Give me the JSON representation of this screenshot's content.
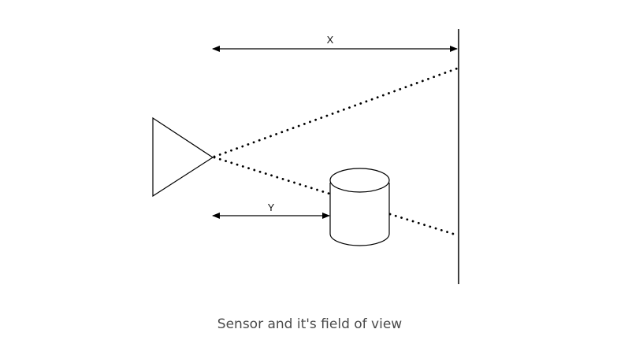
{
  "diagram": {
    "labels": {
      "x": "X",
      "y": "Y"
    },
    "caption": "Sensor and it's field of view"
  },
  "colors": {
    "stroke": "#000000",
    "caption_text": "#4a4a4a",
    "background": "#ffffff"
  }
}
